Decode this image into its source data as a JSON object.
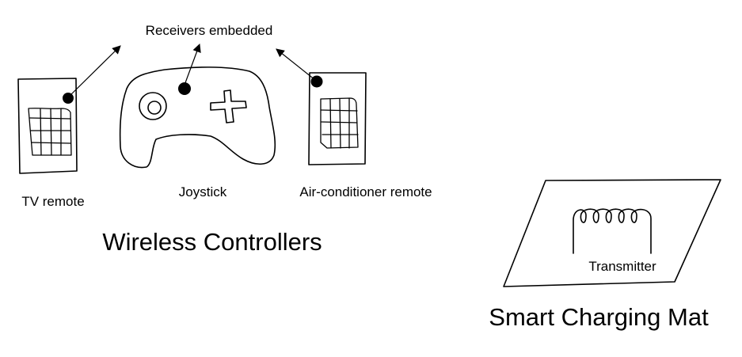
{
  "colors": {
    "background": "#ffffff",
    "ink": "#000000"
  },
  "labels": {
    "receivers_embedded": "Receivers embedded",
    "tv_remote": "TV remote",
    "joystick": "Joystick",
    "ac_remote": "Air-conditioner remote",
    "wireless_controllers": "Wireless Controllers",
    "transmitter": "Transmitter",
    "smart_charging_mat": "Smart Charging Mat"
  },
  "icons": {
    "tv_remote": "remote-control-icon",
    "joystick": "gamepad-icon",
    "ac_remote": "remote-control-icon",
    "receiver": "receiver-dot-icon",
    "coil": "transmitter-coil-icon",
    "mat": "charging-mat-icon"
  }
}
